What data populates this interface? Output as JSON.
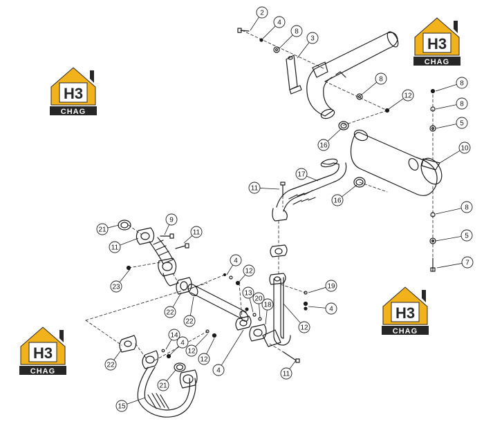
{
  "logo": {
    "mark": "H3",
    "text": "CHAG",
    "colors": {
      "yellow": "#f2b21b",
      "dark": "#262626",
      "white": "#ffffff"
    }
  },
  "callouts": [
    "2",
    "4",
    "8",
    "3",
    "8",
    "12",
    "8",
    "8",
    "5",
    "10",
    "16",
    "17",
    "11",
    "16",
    "8",
    "5",
    "7",
    "21",
    "11",
    "9",
    "11",
    "23",
    "22",
    "4",
    "12",
    "22",
    "13",
    "20",
    "18",
    "19",
    "4",
    "12",
    "14",
    "4",
    "12",
    "12",
    "4",
    "22",
    "21",
    "15",
    "11",
    "22"
  ],
  "colors": {
    "line": "#1a1a1a",
    "paper": "#ffffff"
  }
}
